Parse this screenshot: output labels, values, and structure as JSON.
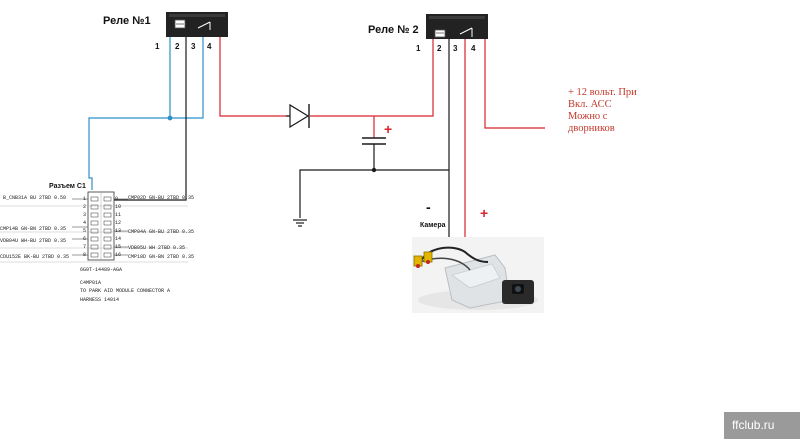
{
  "relay1": {
    "title": "Реле №1",
    "pins": [
      "1",
      "2",
      "3",
      "4"
    ]
  },
  "relay2": {
    "title": "Реле № 2",
    "pins": [
      "1",
      "2",
      "3",
      "4"
    ]
  },
  "power_note": [
    "+ 12 вольт. При",
    "Вкл. АСС",
    "Можно с",
    "дворников"
  ],
  "connector": {
    "title": "Разъем С1",
    "left_pins": [
      "1",
      "2",
      "3",
      "4",
      "5",
      "6",
      "7",
      "8"
    ],
    "right_pins": [
      "9",
      "10",
      "11",
      "12",
      "13",
      "14",
      "15",
      "16"
    ],
    "left_labels": [
      "B_CNB31A  BU 2TBD 0.50",
      "CMP14B  GN-BN  2TBD 0.35",
      "VDB04U  WH-BU  2TBD 0.35",
      "CDU152E  BK-BU  2TBD 0.35"
    ],
    "right_labels": [
      "CMP02D  GN-BU  2TBD 0.35",
      "CMP04A  GN-BU  2TBD 0.35",
      "VDB05U  WH 2TBD 0.35",
      "CMP18D  GN-BN  2TBD 0.35"
    ],
    "footer": [
      "6G9T-14489-AGA",
      "C4MP01A",
      "TO PARK AID MODULE CONNECTOR A",
      "HARNESS 14014"
    ]
  },
  "camera": {
    "label": "Камера"
  },
  "markers": {
    "cap_plus": "+",
    "cam_minus": "-",
    "cam_plus": "+"
  },
  "watermark": "ffclub.ru",
  "colors": {
    "red_wire": "#d9232d",
    "blue_wire": "#2e8fc9",
    "black_wire": "#1a1a1a"
  }
}
